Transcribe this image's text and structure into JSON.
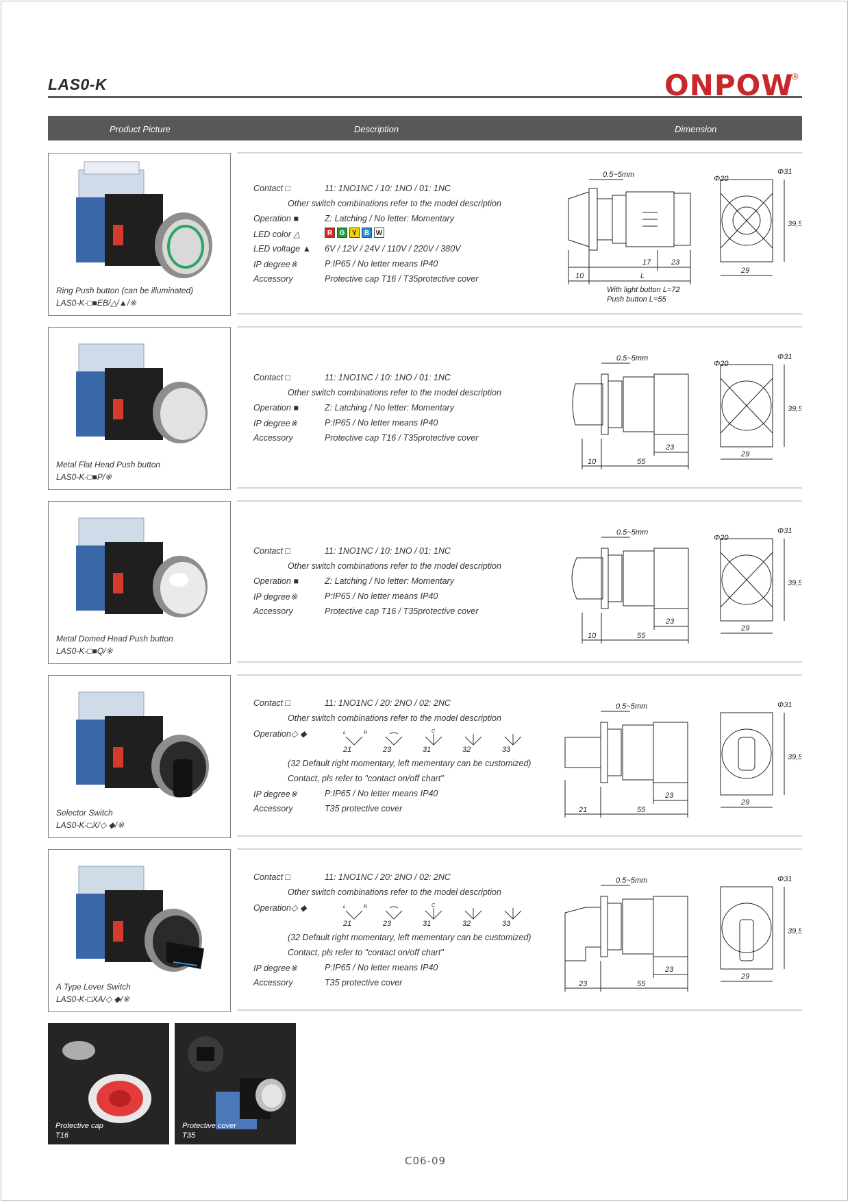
{
  "page": {
    "title": "LAS0-K",
    "logo": "ONPOW",
    "logo_mark": "®",
    "page_number": "C06-09"
  },
  "header": {
    "product_picture": "Product Picture",
    "description": "Description",
    "dimension": "Dimension"
  },
  "products": [
    {
      "caption": "Ring Push button (can be illuminated)",
      "model": "LAS0-K-□■EB/△/▲/※",
      "rows": [
        {
          "label": "Contact □",
          "value": "11: 1NO1NC / 10: 1NO / 01: 1NC"
        },
        {
          "label": "",
          "value": "Other switch combinations refer to the model description"
        },
        {
          "label": "Operation ■",
          "value": "Z: Latching / No letter: Momentary"
        },
        {
          "label": "LED color △",
          "value": ""
        },
        {
          "label": "LED voltage ▲",
          "value": "6V / 12V / 24V / 110V / 220V / 380V"
        },
        {
          "label": "IP degree※",
          "value": "P:IP65 / No letter means IP40"
        },
        {
          "label": "Accessory",
          "value": "Protective cap T16 / T35protective cover"
        }
      ],
      "led_colors": [
        {
          "letter": "R",
          "color": "#e32219"
        },
        {
          "letter": "G",
          "color": "#1a9a3a"
        },
        {
          "letter": "Y",
          "color": "#f2d200"
        },
        {
          "letter": "B",
          "color": "#1f8fd8"
        },
        {
          "letter": "W",
          "color": "#ffffff"
        }
      ],
      "dims": {
        "gap": "0.5~5mm",
        "d1": "Φ20",
        "d2": "Φ31",
        "h": "39,5",
        "w": "29",
        "a": "10",
        "b": "L",
        "c": "17",
        "d": "23",
        "note1": "With light button L=72",
        "note2": "Push button L=55"
      }
    },
    {
      "caption": "Metal Flat Head Push button",
      "model": "LAS0-K-□■P/※",
      "rows": [
        {
          "label": "Contact □",
          "value": "11: 1NO1NC / 10: 1NO / 01: 1NC"
        },
        {
          "label": "",
          "value": "Other switch combinations refer to the model description"
        },
        {
          "label": "Operation ■",
          "value": "Z: Latching / No letter: Momentary"
        },
        {
          "label": "IP degree※",
          "value": "P:IP65 / No letter means IP40"
        },
        {
          "label": "Accessory",
          "value": "Protective cap T16 / T35protective cover"
        }
      ],
      "dims": {
        "gap": "0.5~5mm",
        "d1": "Φ20",
        "d2": "Φ31",
        "h": "39,5",
        "w": "29",
        "a": "10",
        "b": "55",
        "d": "23"
      }
    },
    {
      "caption": "Metal Domed Head Push button",
      "model": "LAS0-K-□■Q/※",
      "rows": [
        {
          "label": "Contact □",
          "value": "11: 1NO1NC / 10: 1NO / 01: 1NC"
        },
        {
          "label": "",
          "value": "Other switch combinations refer to the model description"
        },
        {
          "label": "Operation ■",
          "value": "Z: Latching / No letter: Momentary"
        },
        {
          "label": "IP degree※",
          "value": "P:IP65 / No letter means IP40"
        },
        {
          "label": "Accessory",
          "value": "Protective cap T16 / T35protective cover"
        }
      ],
      "dims": {
        "gap": "0.5~5mm",
        "d1": "Φ20",
        "d2": "Φ31",
        "h": "39,5",
        "w": "29",
        "a": "10",
        "b": "55",
        "d": "23"
      }
    },
    {
      "caption": "Selector Switch",
      "model": "LAS0-K-□X/◇ ◆/※",
      "rows": [
        {
          "label": "Contact □",
          "value": "11: 1NO1NC / 20: 2NO / 02: 2NC"
        },
        {
          "label": "",
          "value": "Other switch combinations refer to the model description"
        },
        {
          "label": "Operation◇ ◆",
          "value": ""
        },
        {
          "label": "",
          "value": "(32 Default right momentary, left mementary can be customized)"
        },
        {
          "label": "",
          "value": "Contact, pls refer to \"contact on/off chart\""
        },
        {
          "label": "IP degree※",
          "value": "P:IP65 / No letter means IP40"
        },
        {
          "label": "Accessory",
          "value": "T35 protective cover"
        }
      ],
      "positions": [
        "21",
        "23",
        "31",
        "32",
        "33"
      ],
      "pos_letters": {
        "l": "L",
        "c": "C",
        "r": "R"
      },
      "dims": {
        "gap": "0.5~5mm",
        "d2": "Φ31",
        "h": "39,5",
        "w": "29",
        "a": "21",
        "b": "55",
        "d": "23"
      }
    },
    {
      "caption": "A Type Lever Switch",
      "model": "LAS0-K-□XA/◇ ◆/※",
      "rows": [
        {
          "label": "Contact □",
          "value": "11: 1NO1NC / 20: 2NO / 02: 2NC"
        },
        {
          "label": "",
          "value": "Other switch combinations refer to the model description"
        },
        {
          "label": "Operation◇ ◆",
          "value": ""
        },
        {
          "label": "",
          "value": "(32 Default right momentary, left mementary can be customized)"
        },
        {
          "label": "",
          "value": "Contact, pls refer to \"contact on/off chart\""
        },
        {
          "label": "IP degree※",
          "value": "P:IP65 / No letter means IP40"
        },
        {
          "label": "Accessory",
          "value": "T35 protective cover"
        }
      ],
      "positions": [
        "21",
        "23",
        "31",
        "32",
        "33"
      ],
      "pos_letters": {
        "l": "L",
        "c": "C",
        "r": "R"
      },
      "dims": {
        "gap": "0.5~5mm",
        "d2": "Φ31",
        "h": "39,5",
        "w": "29",
        "a": "23",
        "b": "55",
        "d": "23"
      }
    }
  ],
  "accessories": [
    {
      "name": "Protective cap",
      "code": "T16"
    },
    {
      "name": "Protective cover",
      "code": "T35"
    }
  ]
}
